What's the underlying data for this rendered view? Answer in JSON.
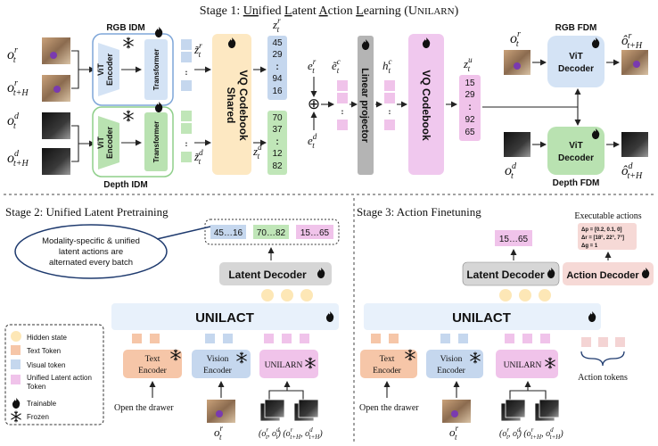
{
  "stage1": {
    "title_prefix": "Stage 1: ",
    "title_u1": "Un",
    "title_m1": "ified ",
    "title_u2": "L",
    "title_m2": "atent ",
    "title_u3": "A",
    "title_m3": "ction ",
    "title_u4": "L",
    "title_m4": "earning (U",
    "title_sc": "NILARN",
    "title_end": ")",
    "rgb_idm": "RGB IDM",
    "depth_idm": "Depth IDM",
    "rgb_fdm": "RGB FDM",
    "depth_fdm": "Depth FDM",
    "vit_line1": "ViT",
    "vit_line2": "Encoder",
    "transformer": "Transformer",
    "shared_codebook_line1": "Shared",
    "shared_codebook_line2": "VQ Codebook",
    "linear_projector": "Linear projector",
    "vq_codebook": "VQ Codebook",
    "vit_decoder_line1": "ViT",
    "vit_decoder_line2": "Decoder",
    "codes_rgb": [
      "45",
      "29",
      ":",
      "94",
      "16"
    ],
    "codes_depth": [
      "70",
      "37",
      ":",
      "12",
      "82"
    ],
    "codes_unified": [
      "15",
      "29",
      ":",
      "92",
      "65"
    ],
    "plus": "⊕",
    "vdots": ":"
  },
  "stage2": {
    "title": "Stage 2: Unified Latent Pretraining",
    "tokens": [
      "45…16",
      "70…82",
      "15…65"
    ],
    "callout_line1": "Modality-specific & unified",
    "callout_line2": "latent actions are",
    "callout_line3": "alternated every batch",
    "latent_decoder": "Latent Decoder",
    "unilact": "UNILACT",
    "text_encoder_line1": "Text",
    "text_encoder_line2": "Encoder",
    "vision_encoder_line1": "Vision",
    "vision_encoder_line2": "Encoder",
    "unilarn": "UNILARN",
    "instruction": "Open the drawer"
  },
  "stage3": {
    "title": "Stage 3: Action Finetuning",
    "executable_actions": "Executable actions",
    "action_lines": [
      "Δp = [0.2, 0.1, 0]",
      "Δr = [18°, 22°, 7°]",
      "Δg = 1"
    ],
    "token": "15…65",
    "latent_decoder": "Latent Decoder",
    "action_decoder": "Action Decoder",
    "unilact": "UNILACT",
    "text_encoder_line1": "Text",
    "text_encoder_line2": "Encoder",
    "vision_encoder_line1": "Vision",
    "vision_encoder_line2": "Encoder",
    "unilarn": "UNILARN",
    "instruction": "Open the drawer",
    "action_tokens": "Action tokens"
  },
  "legend": {
    "hidden_state": "Hidden state",
    "text_token": "Text Token",
    "visual_token": "Visual token",
    "unified_line1": "Unified Latent action",
    "unified_line2": "Token",
    "trainable": "Trainable",
    "frozen": "Frozen"
  },
  "colors": {
    "rgb_idm_border": "#7ea6d8",
    "depth_idm_border": "#8fcf8a",
    "blue_fill": "#d4e3f5",
    "green_fill": "#b9e2b1",
    "codebook_shared": "#fde8c2",
    "codebook_pink": "#f0c8ee",
    "projector": "#b4b4b4",
    "token_blue": "#c5d7ee",
    "token_green": "#c0e6b8",
    "token_pink": "#f0c3ea",
    "text_token": "#f6c6a8",
    "hidden_state": "#fde7b6",
    "unilact_fill": "#e8f1fb",
    "action_decoder_fill": "#f6d9d6",
    "action_token": "#f4d4d4"
  }
}
